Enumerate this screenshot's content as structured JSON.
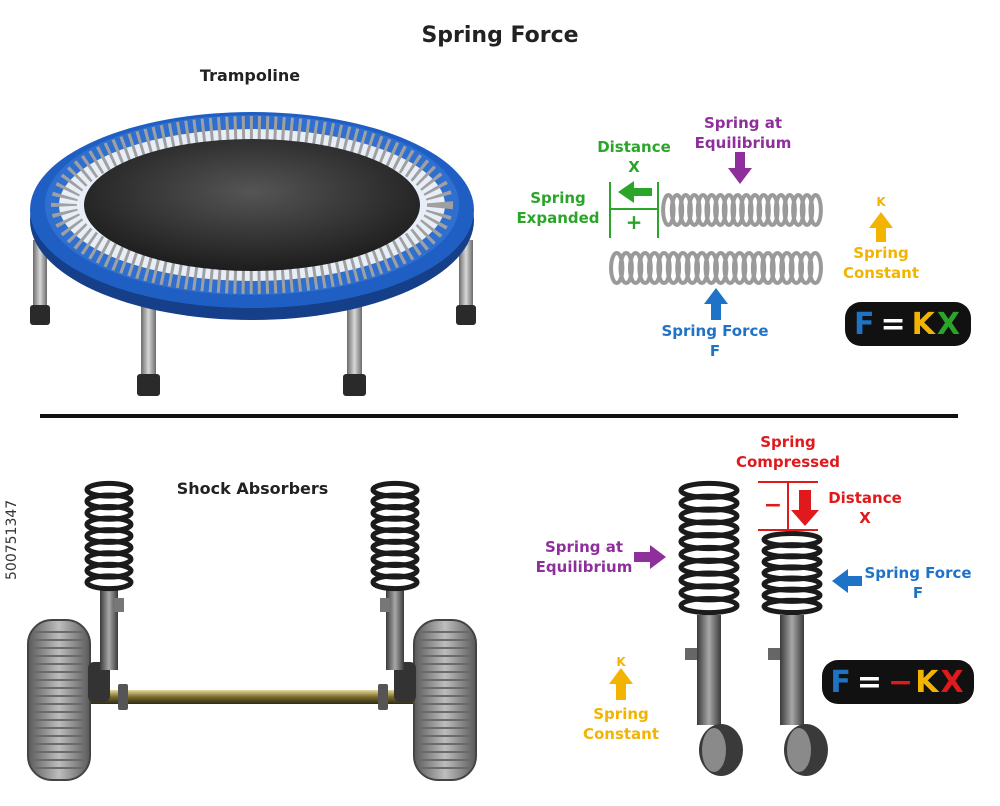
{
  "title": "Spring Force",
  "top": {
    "section_label": "Trampoline",
    "distance_label": "Distance",
    "distance_symbol": "X",
    "spring_expanded": "Spring Expanded",
    "equilibrium": "Spring at Equilibrium",
    "plus_sign": "+",
    "k_symbol": "K",
    "spring_constant": "Spring Constant",
    "spring_force": "Spring Force",
    "f_symbol": "F",
    "formula": {
      "f": "F",
      "eq": "=",
      "k": "K",
      "x": "X"
    }
  },
  "bottom": {
    "section_label": "Shock Absorbers",
    "compressed": "Spring Compressed",
    "distance_label": "Distance",
    "distance_symbol": "X",
    "minus_sign": "−",
    "equilibrium": "Spring at Equilibrium",
    "spring_force": "Spring Force",
    "f_symbol": "F",
    "k_symbol": "K",
    "spring_constant": "Spring Constant",
    "formula": {
      "f": "F",
      "eq": "=",
      "minus": "−",
      "k": "K",
      "x": "X"
    }
  },
  "watermark_id": "500751347",
  "colors": {
    "green": "#2aa52a",
    "purple": "#8e2f9c",
    "blue": "#1f73c7",
    "yellow": "#f2b400",
    "red": "#e0191c",
    "trampoline_blue": "#1f5fc4",
    "spring_gray": "#9a9a9a"
  }
}
